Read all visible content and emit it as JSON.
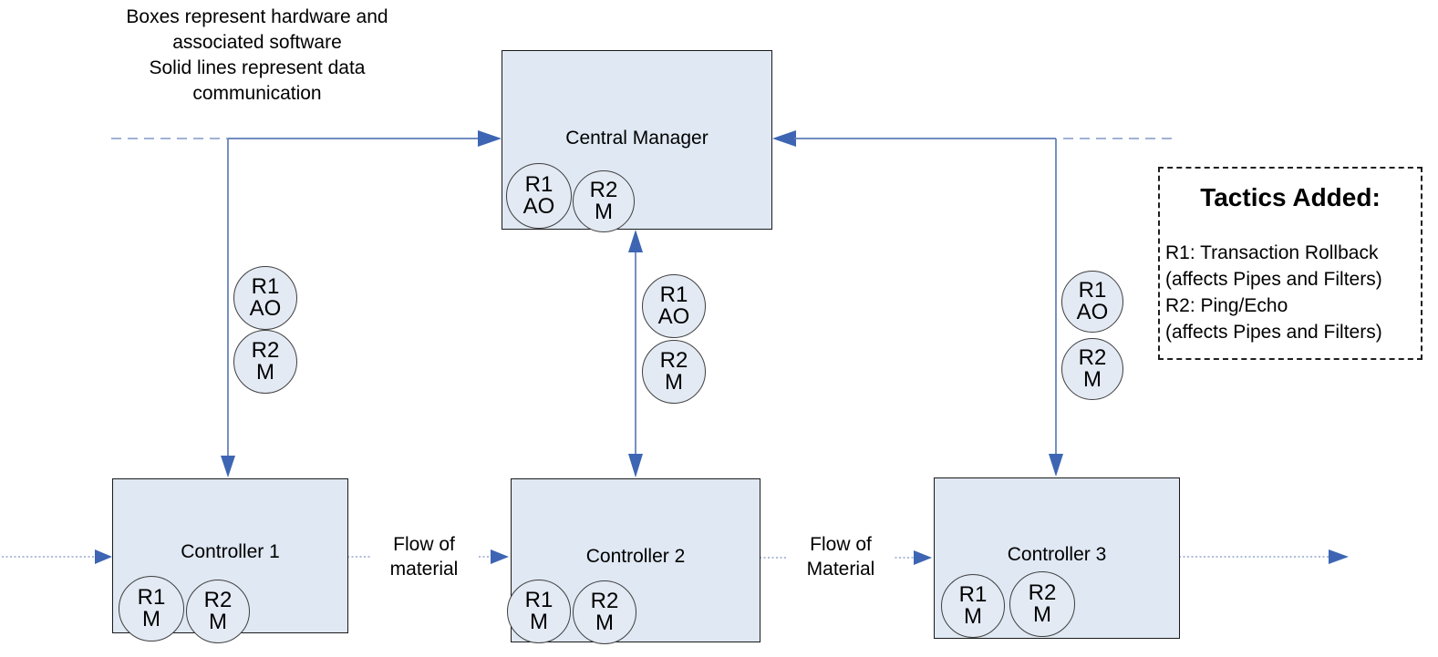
{
  "note": {
    "lines": [
      "Boxes represent hardware and",
      "associated software",
      "Solid lines represent data",
      "communication"
    ]
  },
  "nodes": {
    "central_manager": {
      "label": "Central Manager",
      "badges": [
        {
          "line1": "R1",
          "line2": "AO"
        },
        {
          "line1": "R2",
          "line2": "M"
        }
      ]
    },
    "controller_1": {
      "label": "Controller 1",
      "badges": [
        {
          "line1": "R1",
          "line2": "M"
        },
        {
          "line1": "R2",
          "line2": "M"
        }
      ]
    },
    "controller_2": {
      "label": "Controller 2",
      "badges": [
        {
          "line1": "R1",
          "line2": "M"
        },
        {
          "line1": "R2",
          "line2": "M"
        }
      ]
    },
    "controller_3": {
      "label": "Controller 3",
      "badges": [
        {
          "line1": "R1",
          "line2": "M"
        },
        {
          "line1": "R2",
          "line2": "M"
        }
      ]
    }
  },
  "links": {
    "cm_c1": {
      "badges": [
        {
          "line1": "R1",
          "line2": "AO"
        },
        {
          "line1": "R2",
          "line2": "M"
        }
      ]
    },
    "cm_c2": {
      "badges": [
        {
          "line1": "R1",
          "line2": "AO"
        },
        {
          "line1": "R2",
          "line2": "M"
        }
      ]
    },
    "cm_c3": {
      "badges": [
        {
          "line1": "R1",
          "line2": "AO"
        },
        {
          "line1": "R2",
          "line2": "M"
        }
      ]
    }
  },
  "flow_labels": {
    "c1_c2": {
      "line1": "Flow of",
      "line2": "material"
    },
    "c2_c3": {
      "line1": "Flow of",
      "line2": "Material"
    }
  },
  "tactics_panel": {
    "title": "Tactics Added:",
    "lines": [
      "R1: Transaction Rollback",
      "(affects Pipes and Filters)",
      "R2: Ping/Echo",
      "(affects Pipes and Filters)"
    ]
  },
  "colors": {
    "box_fill": "#dfe8f3",
    "box_border": "#1a1a1a",
    "data_line_blue": "#5e7cb7",
    "dashed_line_blue": "#8297c4",
    "flow_dotted_blue": "#8095c2",
    "arrow_blue": "#3d65b3"
  }
}
